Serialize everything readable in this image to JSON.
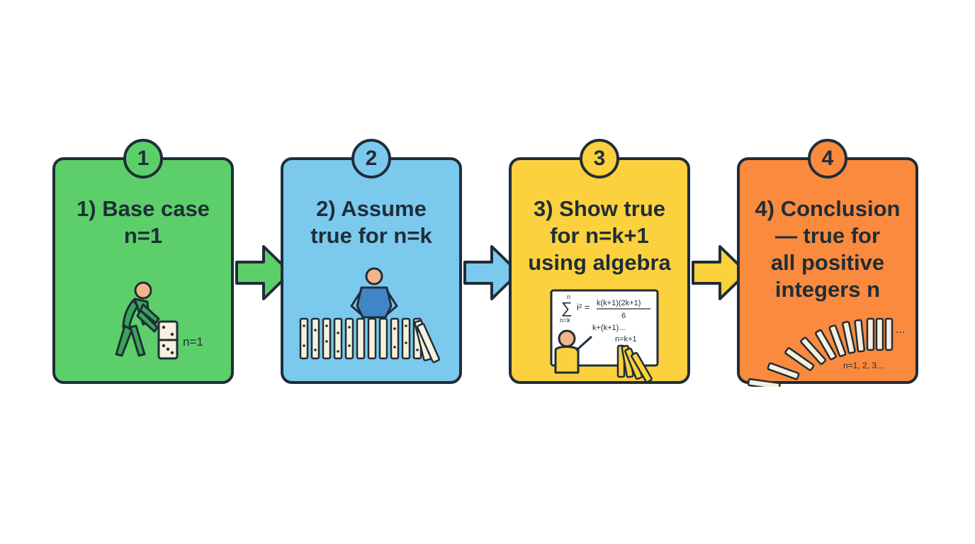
{
  "steps": [
    {
      "number": "1",
      "title_lines": [
        "1) Base case",
        "n=1"
      ],
      "illustration_label": "n=1",
      "color": "#5ccf6a"
    },
    {
      "number": "2",
      "title_lines": [
        "2) Assume",
        "true for n=k"
      ],
      "color": "#7cc9ee"
    },
    {
      "number": "3",
      "title_lines": [
        "3) Show true",
        "for n=k+1",
        "using algebra"
      ],
      "formula": {
        "sum_top": "n",
        "sum_symbol": "∑",
        "sum_bottom": "n=k",
        "term": "i² =",
        "numerator": "k(k+1)(2k+1)",
        "denominator": "6",
        "line2": "k+(k+1)...",
        "line3": "n=k+1"
      },
      "color": "#fbd13d"
    },
    {
      "number": "4",
      "title_lines": [
        "4) Conclusion",
        "— true for",
        "all positive",
        "integers n"
      ],
      "illustration_label": "n=1, 2, 3...",
      "ellipsis": "...",
      "color": "#fa8a3e"
    }
  ],
  "colors": {
    "outline": "#1f2d38",
    "skin": "#f2b48a",
    "domino": "#f6f0dc",
    "arrow_green": "#5ccf6a",
    "arrow_blue": "#7cc9ee",
    "arrow_yellow": "#fbd13d"
  },
  "icons": [
    "person-pushing-domino-icon",
    "person-with-domino-row-icon",
    "teacher-at-board-icon",
    "falling-dominoes-icon",
    "arrow-right-icon"
  ]
}
